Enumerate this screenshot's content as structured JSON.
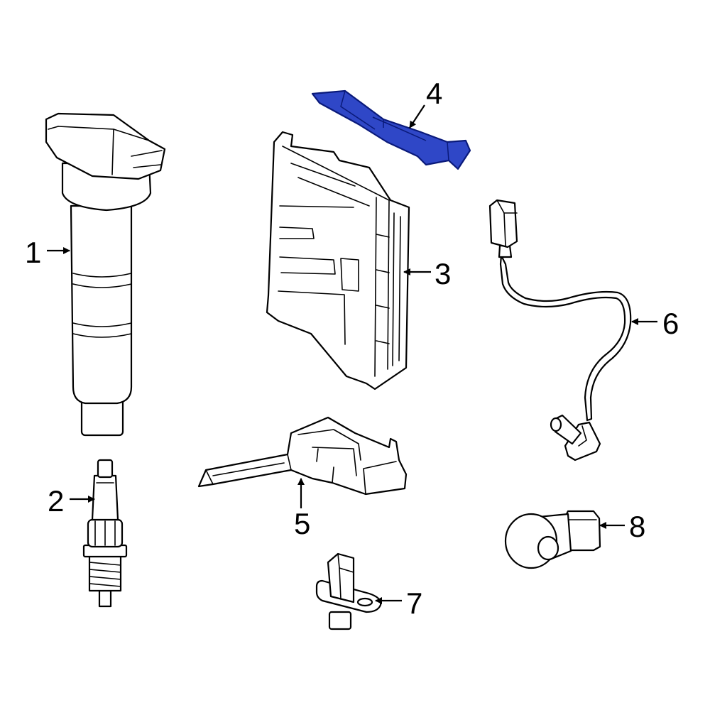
{
  "highlight_color": "#2f47c7",
  "callouts": {
    "c1": "1",
    "c2": "2",
    "c3": "3",
    "c4": "4",
    "c5": "5",
    "c6": "6",
    "c7": "7",
    "c8": "8"
  }
}
